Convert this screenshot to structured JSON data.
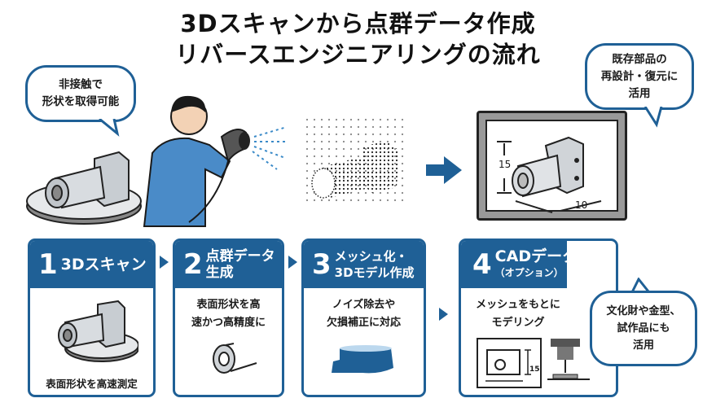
{
  "title": {
    "line1": "3Dスキャンから点群データ作成",
    "line2": "リバースエンジニアリングの流れ"
  },
  "bubbles": {
    "top_left": [
      "非接触で",
      "形状を取得可能"
    ],
    "top_right": [
      "既存部品の",
      "再設計・復元に",
      "活用"
    ],
    "bottom_right": [
      "文化財や金型、",
      "試作品にも",
      "活用"
    ]
  },
  "monitor": {
    "dim_height": "15",
    "dim_width": "10"
  },
  "steps": [
    {
      "num": "1",
      "title": [
        "3Dスキャン"
      ],
      "desc": [
        "表面形状を高速測定"
      ]
    },
    {
      "num": "2",
      "title": [
        "点群データ",
        "生成"
      ],
      "desc": [
        "表面形状を高",
        "速かつ高精度に"
      ]
    },
    {
      "num": "3",
      "title": [
        "メッシュ化・",
        "3Dモデル作成"
      ],
      "desc": [
        "ノイズ除去や",
        "欠損補正に対応"
      ]
    },
    {
      "num": "4",
      "title": [
        "CADデータ化",
        "（オプション）"
      ],
      "desc": [
        "メッシュをもとに",
        "モデリング"
      ],
      "dim": "15"
    }
  ],
  "colors": {
    "accent": "#1f6096"
  }
}
